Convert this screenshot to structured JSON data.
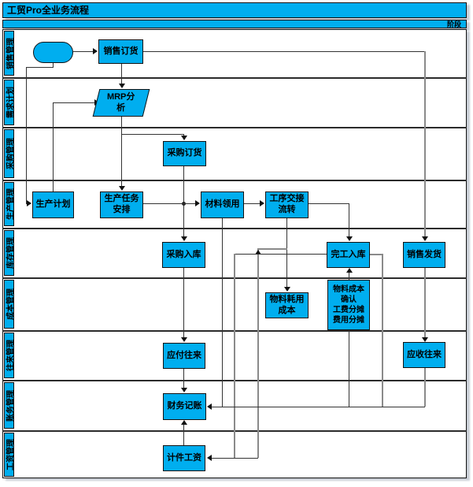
{
  "title": "工贸Pro全业务流程",
  "phase_label": "阶段",
  "colors": {
    "accent": "#00AEEF",
    "line_dark": "#333333",
    "line_gray": "#8A8A8A",
    "border": "#111111"
  },
  "lanes": [
    {
      "id": "sales",
      "label": "销售管理"
    },
    {
      "id": "demand",
      "label": "需求计划"
    },
    {
      "id": "purchasing",
      "label": "采购管理"
    },
    {
      "id": "production",
      "label": "生产管理"
    },
    {
      "id": "inventory",
      "label": "库存管理"
    },
    {
      "id": "cost",
      "label": "成本管理"
    },
    {
      "id": "current",
      "label": "往来管理"
    },
    {
      "id": "accounting",
      "label": "账务管理"
    },
    {
      "id": "payroll",
      "label": "工资管理"
    }
  ],
  "nodes": {
    "start": {
      "label": "",
      "shape": "oval",
      "lane": "销售管理"
    },
    "sales_order": {
      "label": "销售订货",
      "shape": "rect",
      "lane": "销售管理"
    },
    "mrp": {
      "label": "MRP分\n析",
      "shape": "parallelogram",
      "lane": "需求计划"
    },
    "purchase_order": {
      "label": "采购订货",
      "shape": "rect",
      "lane": "采购管理"
    },
    "production_plan": {
      "label": "生产计划",
      "shape": "rect",
      "lane": "生产管理"
    },
    "production_task": {
      "label": "生产任务\n安排",
      "shape": "rect",
      "lane": "生产管理"
    },
    "material_requisition": {
      "label": "材料领用",
      "shape": "rect",
      "lane": "生产管理"
    },
    "process_handover": {
      "label": "工序交接\n流转",
      "shape": "rect",
      "lane": "生产管理"
    },
    "purchase_receipt": {
      "label": "采购入库",
      "shape": "rect",
      "lane": "库存管理"
    },
    "completion_receipt": {
      "label": "完工入库",
      "shape": "rect",
      "lane": "库存管理"
    },
    "sales_delivery": {
      "label": "销售发货",
      "shape": "rect",
      "lane": "库存管理"
    },
    "material_cost": {
      "label": "物料耗用\n成本",
      "shape": "rect",
      "lane": "成本管理"
    },
    "cost_confirm": {
      "label": "物料成本\n确认\n工费分摊\n费用分摊",
      "shape": "rect",
      "lane": "成本管理"
    },
    "payable": {
      "label": "应付往来",
      "shape": "rect",
      "lane": "往来管理"
    },
    "receivable": {
      "label": "应收往来",
      "shape": "rect",
      "lane": "往来管理"
    },
    "bookkeeping": {
      "label": "财务记账",
      "shape": "rect",
      "lane": "账务管理"
    },
    "piece_wage": {
      "label": "计件工资",
      "shape": "rect",
      "lane": "工资管理"
    }
  },
  "edges": [
    {
      "from": "start",
      "to": "sales_order"
    },
    {
      "from": "start",
      "to": "production_plan"
    },
    {
      "from": "sales_order",
      "to": "mrp"
    },
    {
      "from": "sales_order",
      "to": "sales_delivery"
    },
    {
      "from": "production_plan",
      "to": "mrp"
    },
    {
      "from": "mrp",
      "to": "purchase_order"
    },
    {
      "from": "mrp",
      "to": "production_task"
    },
    {
      "from": "purchase_order",
      "to": "purchase_receipt"
    },
    {
      "from": "production_task",
      "to": "material_requisition"
    },
    {
      "from": "material_requisition",
      "to": "process_handover"
    },
    {
      "from": "material_requisition",
      "to": "bookkeeping"
    },
    {
      "from": "process_handover",
      "to": "completion_receipt"
    },
    {
      "from": "process_handover",
      "to": "material_cost"
    },
    {
      "from": "process_handover",
      "to": "piece_wage"
    },
    {
      "from": "completion_receipt",
      "to": "piece_wage"
    },
    {
      "from": "completion_receipt",
      "to": "bookkeeping"
    },
    {
      "from": "cost_confirm",
      "to": "completion_receipt"
    },
    {
      "from": "cost_confirm",
      "to": "bookkeeping"
    },
    {
      "from": "purchase_receipt",
      "to": "payable"
    },
    {
      "from": "sales_delivery",
      "to": "receivable"
    },
    {
      "from": "payable",
      "to": "bookkeeping"
    },
    {
      "from": "receivable",
      "to": "bookkeeping"
    },
    {
      "from": "piece_wage",
      "to": "bookkeeping"
    }
  ]
}
